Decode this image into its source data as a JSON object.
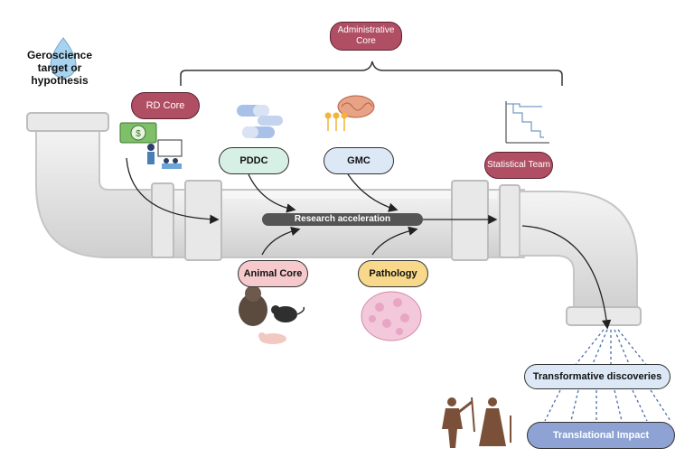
{
  "labels": {
    "input": "Geroscience target or hypothesis",
    "administrative": "Administrative Core",
    "rd": "RD Core",
    "pddc": "PDDC",
    "gmc": "GMC",
    "statistical": "Statistical Team",
    "research": "Research acceleration",
    "animal": "Animal Core",
    "pathology": "Pathology",
    "transformative": "Transformative discoveries",
    "translational": "Translational Impact"
  },
  "colors": {
    "maroon": "#b04f63",
    "mint": "#d7f0e5",
    "pink": "#f6c9cd",
    "yellow": "#f8d98b",
    "lightblue": "#dce8f5",
    "slate": "#8ea3d3",
    "pipe": "#e6e6e6",
    "pipe_edge": "#bdbdbd",
    "water": "#a8d3ef",
    "arrow_bar": "#555555"
  }
}
